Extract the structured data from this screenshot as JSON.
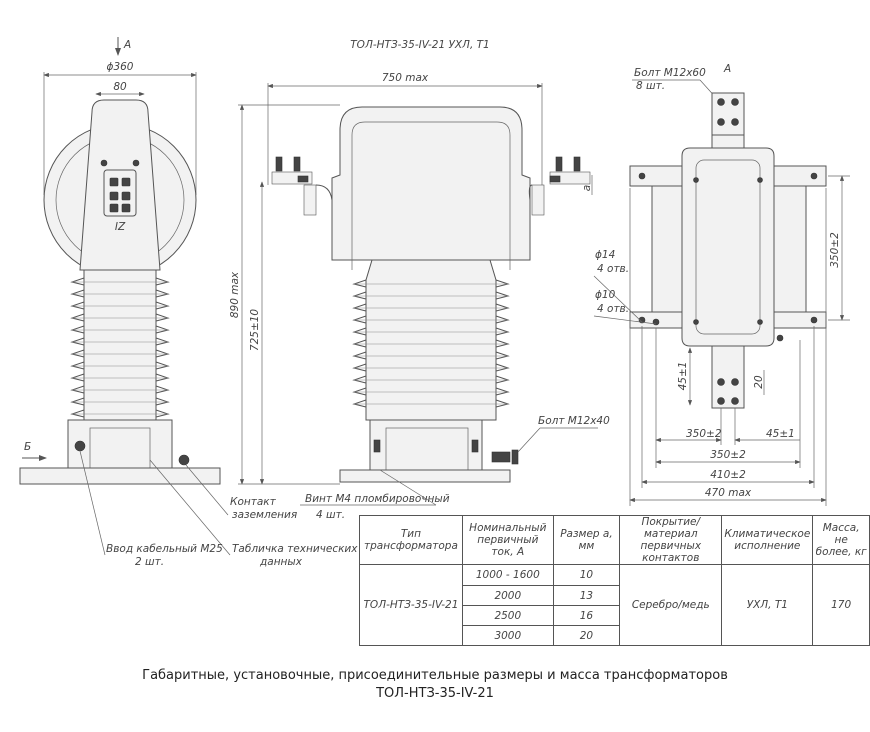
{
  "drawing": {
    "title": "ТОЛ-НТЗ-35-IV-21 УХЛ, Т1",
    "view_a_mark": "А",
    "view_b_mark": "Б",
    "dim_diameter": "ϕ360",
    "dim_80": "80",
    "dim_750": "750 max",
    "dim_890": "890 max",
    "dim_725": "725±10",
    "dim_a": "a",
    "bolt_m12x60": "Болт М12х60",
    "bolt_m12x60_qty": "8 шт.",
    "dim_350_v": "350±2",
    "hole_14": "ϕ14",
    "hole_14_qty": "4 отв.",
    "hole_10": "ϕ10",
    "hole_10_qty": "4 отв.",
    "dim_45_v": "45±1",
    "dim_20": "20",
    "dim_45_h": "45±1",
    "dim_350_h1": "350±2",
    "dim_350_h2": "350±2",
    "dim_410": "410±2",
    "dim_470": "470 max",
    "bolt_m12x40": "Болт М12х40",
    "screw_label_1": "Винт М4 пломбировочный",
    "screw_label_2": "4 шт.",
    "ground_label_1": "Контакт",
    "ground_label_2": "заземления",
    "cable_label_1": "Ввод кабельный М25",
    "cable_label_2": "2 шт.",
    "plate_label_1": "Табличка технических",
    "plate_label_2": "данных",
    "plate_mark": "IZ"
  },
  "table": {
    "headers": [
      [
        "Тип",
        "трансформатора"
      ],
      [
        "Номинальный",
        "первичный ток, А"
      ],
      [
        "Размер а, мм",
        ""
      ],
      [
        "Покрытие/материал",
        "первичных контактов"
      ],
      [
        "Климатическое",
        "исполнение"
      ],
      [
        "Масса,",
        "не более, кг"
      ]
    ],
    "type": "ТОЛ-НТЗ-35-IV-21",
    "rows": [
      {
        "current": "1000 - 1600",
        "size": "10"
      },
      {
        "current": "2000",
        "size": "13"
      },
      {
        "current": "2500",
        "size": "16"
      },
      {
        "current": "3000",
        "size": "20"
      }
    ],
    "coating": "Серебро/медь",
    "climate": "УХЛ, Т1",
    "mass": "170"
  },
  "caption": {
    "line1": "Габаритные, установочные, присоединительные размеры и масса трансформаторов",
    "line2": "ТОЛ-НТЗ-35-IV-21"
  }
}
